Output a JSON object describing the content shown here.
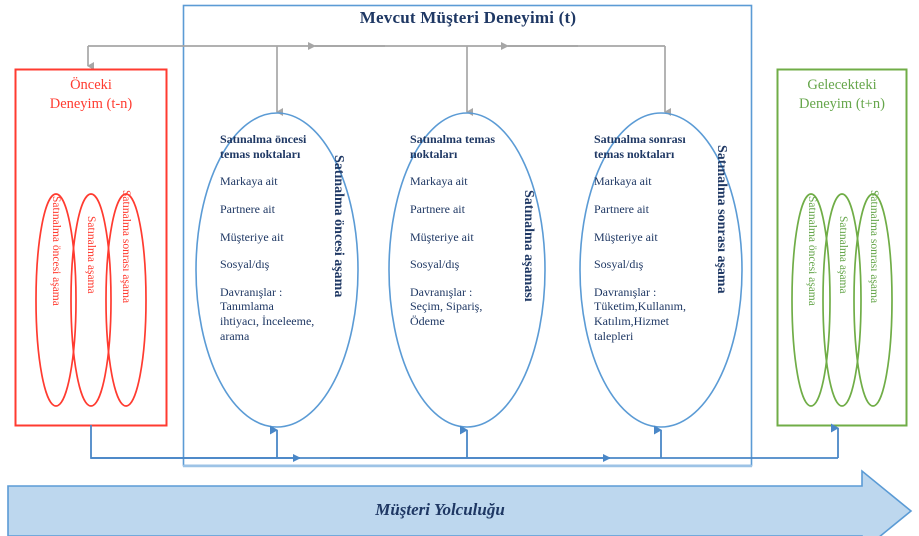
{
  "diagram": {
    "title": "Mevcut Müşteri Deneyimi (t)",
    "journey_label": "Müşteri Yolculuğu",
    "colors": {
      "previous_red": "#FF3B30",
      "future_green": "#70AD47",
      "current_blue": "#5B9BD5",
      "text_navy": "#1F3864",
      "connector_gray": "#A6A6A6",
      "arrow_fill": "#BDD7EE"
    }
  },
  "previous_box": {
    "title_line1": "Önceki",
    "title_line2": "Deneyim (t-n)",
    "stages": [
      {
        "label": "Satınalma öncesi aşama"
      },
      {
        "label": "Satınalma aşama"
      },
      {
        "label": "Satınalma sonrası aşama"
      }
    ]
  },
  "future_box": {
    "title_line1": "Gelecekteki",
    "title_line2": "Deneyim (t+n)",
    "stages": [
      {
        "label": "Satınalma öncesi aşama"
      },
      {
        "label": "Satınalma aşama"
      },
      {
        "label": "Satınalma sonrası aşama"
      }
    ]
  },
  "current_box": {
    "stages": [
      {
        "stage_label": "Satınalma öncesi aşama",
        "heading_line1": "Satınalma öncesi",
        "heading_line2": "temas  noktaları",
        "touchpoints": [
          "Markaya ait",
          "Partnere ait",
          "Müşteriye ait",
          "Sosyal/dış"
        ],
        "behaviour_head": "Davranışlar :",
        "behaviour_lines": [
          "Tanımlama",
          "ihtiyacı, İnceleeme,",
          "arama"
        ]
      },
      {
        "stage_label": "Satınalma aşaması",
        "heading_line1": "Satınalma temas",
        "heading_line2": "noktaları",
        "touchpoints": [
          "Markaya ait",
          "Partnere ait",
          "Müşteriye ait",
          "Sosyal/dış"
        ],
        "behaviour_head": "Davranışlar :",
        "behaviour_lines": [
          "Seçim, Sipariş,",
          "Ödeme"
        ]
      },
      {
        "stage_label": "Satınalma sonrası aşama",
        "heading_line1": "Satınalma sonrası",
        "heading_line2": "temas  noktaları",
        "touchpoints": [
          "Markaya ait",
          "Partnere ait",
          "Müşteriye ait",
          "Sosyal/dış"
        ],
        "behaviour_head": "Davranışlar :",
        "behaviour_lines": [
          "Tüketim,Kullanım,",
          "Katılım,Hizmet",
          "talepleri"
        ]
      }
    ]
  }
}
